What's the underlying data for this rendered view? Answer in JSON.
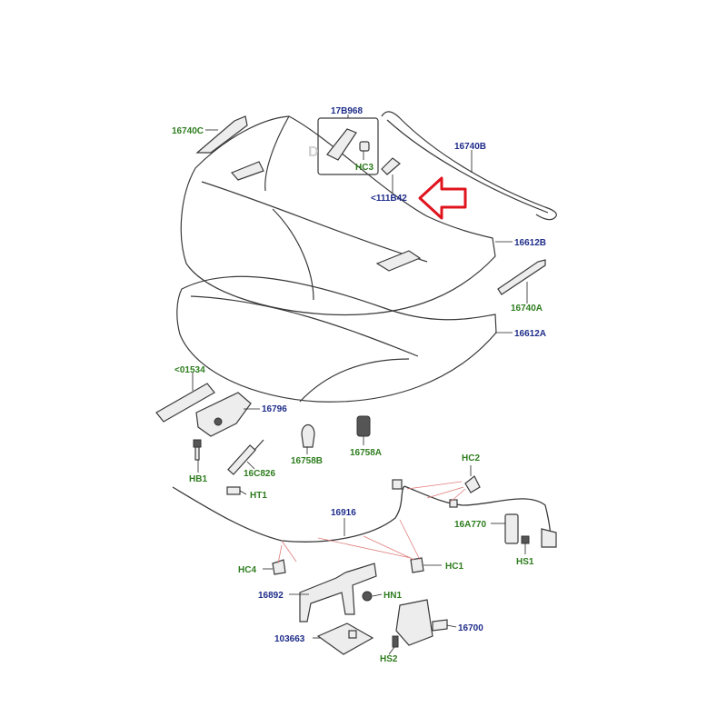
{
  "callouts": {
    "p16740C": "16740C",
    "p17B968": "17B968",
    "pHC3": "HC3",
    "p111B42": "<111B42",
    "p16740B": "16740B",
    "p16612B": "16612B",
    "p16740A": "16740A",
    "p16612A": "16612A",
    "p01534": "<01534",
    "p16796": "16796",
    "pHB1": "HB1",
    "p16C826": "16C826",
    "p16758B": "16758B",
    "p16758A": "16758A",
    "pHT1": "HT1",
    "pHC2": "HC2",
    "p16A770": "16A770",
    "pHS1": "HS1",
    "p16916": "16916",
    "pHC4": "HC4",
    "pHC1": "HC1",
    "p16892": "16892",
    "pHN1": "HN1",
    "p16700": "16700",
    "p103663": "103663",
    "pHS2": "HS2",
    "watermark": "D"
  },
  "colors": {
    "part_number_blue": "#1f2d8a",
    "part_number_green": "#2e7d1e",
    "highlight_arrow": "#e0141e",
    "leader_pink": "#e07c7c"
  }
}
